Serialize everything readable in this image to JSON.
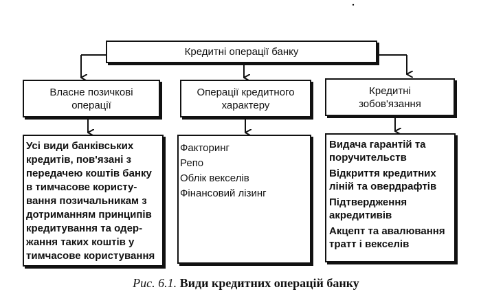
{
  "title": "Кредитні операції банку",
  "columns": [
    {
      "header": [
        "Власне позичкові",
        "операції"
      ],
      "items": [
        "Усі види банківських",
        "кредитів, пов'язані з",
        "передачею коштів банку",
        "в тимчасове користу-",
        "вання позичальникам з",
        "дотриманням принципів",
        "кредитування та одер-",
        "жання таких коштів у",
        "тимчасове користування"
      ]
    },
    {
      "header": [
        "Операції кредитного",
        "характеру"
      ],
      "items": [
        "Факторинг",
        "Репо",
        "Облік векселів",
        "Фінансовий лізинг"
      ]
    },
    {
      "header": [
        "Кредитні",
        "зобов'язання"
      ],
      "items": [
        "Видача гарантій та",
        "поручительств",
        "Відкриття кредитних",
        "ліній та овердрафтів",
        "Підтвердження",
        "акредитивів",
        "Акцепт та авалювання",
        "тратт і векселів"
      ]
    }
  ],
  "caption": {
    "prefix": "Рис. 6.1.",
    "text": "Види кредитних операцій банку"
  }
}
